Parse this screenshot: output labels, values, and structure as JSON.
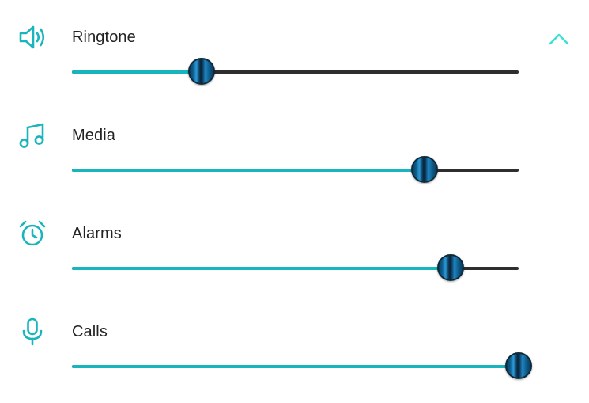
{
  "colors": {
    "accent": "#19b5bd",
    "track": "#2e2e2e",
    "toggle": "#3fe0d6",
    "label": "#222222"
  },
  "header": {
    "collapse_icon": "chevron-up-icon"
  },
  "volume_rows": [
    {
      "label": "Ringtone",
      "icon": "speaker-icon",
      "level": 0.29
    },
    {
      "label": "Media",
      "icon": "music-note-icon",
      "level": 0.79
    },
    {
      "label": "Alarms",
      "icon": "alarm-clock-icon",
      "level": 0.847
    },
    {
      "label": "Calls",
      "icon": "microphone-icon",
      "level": 1.0
    }
  ]
}
